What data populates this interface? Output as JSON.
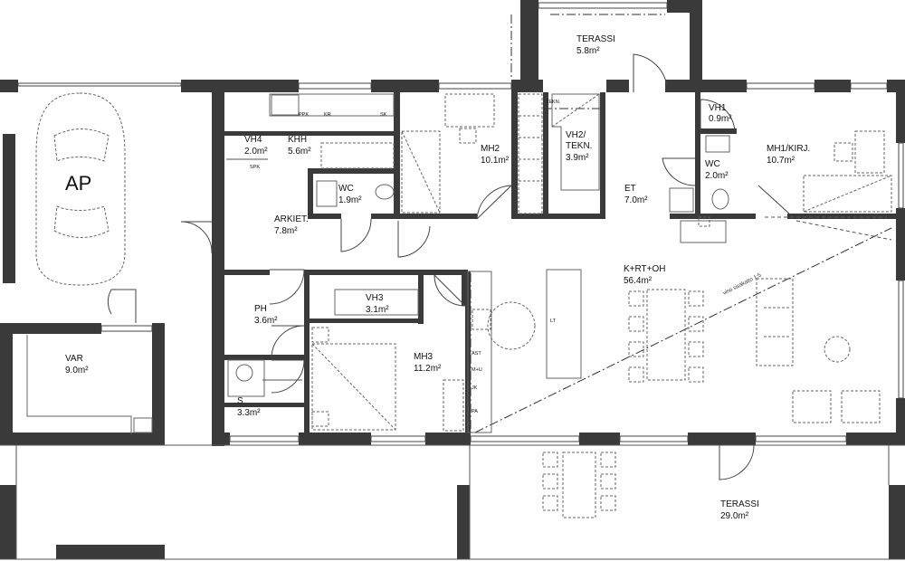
{
  "rooms": [
    {
      "id": "terassi-top",
      "name": "TERASSI",
      "area": "5.8m²"
    },
    {
      "id": "vh4",
      "name": "VH4",
      "area": "2.0m²"
    },
    {
      "id": "khh",
      "name": "KHH",
      "area": "5.6m²"
    },
    {
      "id": "mh2",
      "name": "MH2",
      "area": "10.1m²"
    },
    {
      "id": "vh2",
      "name": "VH2/",
      "name2": "TEKN.",
      "area": "3.9m²"
    },
    {
      "id": "vh1",
      "name": "VH1",
      "area": "0.9m²"
    },
    {
      "id": "mh1",
      "name": "MH1/KIRJ.",
      "area": "10.7m²"
    },
    {
      "id": "wc-left",
      "name": "WC",
      "area": "1.9m²"
    },
    {
      "id": "wc-right",
      "name": "WC",
      "area": "2.0m²"
    },
    {
      "id": "et",
      "name": "ET",
      "area": "7.0m²"
    },
    {
      "id": "arkiet",
      "name": "ARKIET.",
      "area": "7.8m²"
    },
    {
      "id": "krtoh",
      "name": "K+RT+OH",
      "area": "56.4m²"
    },
    {
      "id": "vh3",
      "name": "VH3",
      "area": "3.1m²"
    },
    {
      "id": "ph",
      "name": "PH",
      "area": "3.6m²"
    },
    {
      "id": "mh3",
      "name": "MH3",
      "area": "11.2m²"
    },
    {
      "id": "s",
      "name": "S",
      "area": "3.3m²"
    },
    {
      "id": "var",
      "name": "VAR",
      "area": "9.0m²"
    },
    {
      "id": "terassi-bottom",
      "name": "TERASSI",
      "area": "29.0m²"
    }
  ],
  "carport_label": "AP",
  "fixture_labels": {
    "tekn": "TEKN.",
    "ppk": "PPK",
    "kr": "KR",
    "sk": "SK",
    "spk": "SPK",
    "lat": "LT",
    "ast": "AST",
    "mi": "M+U",
    "jk": "JK",
    "pa": "PA"
  },
  "ceiling_note": "vino sisäkatto 1:5"
}
